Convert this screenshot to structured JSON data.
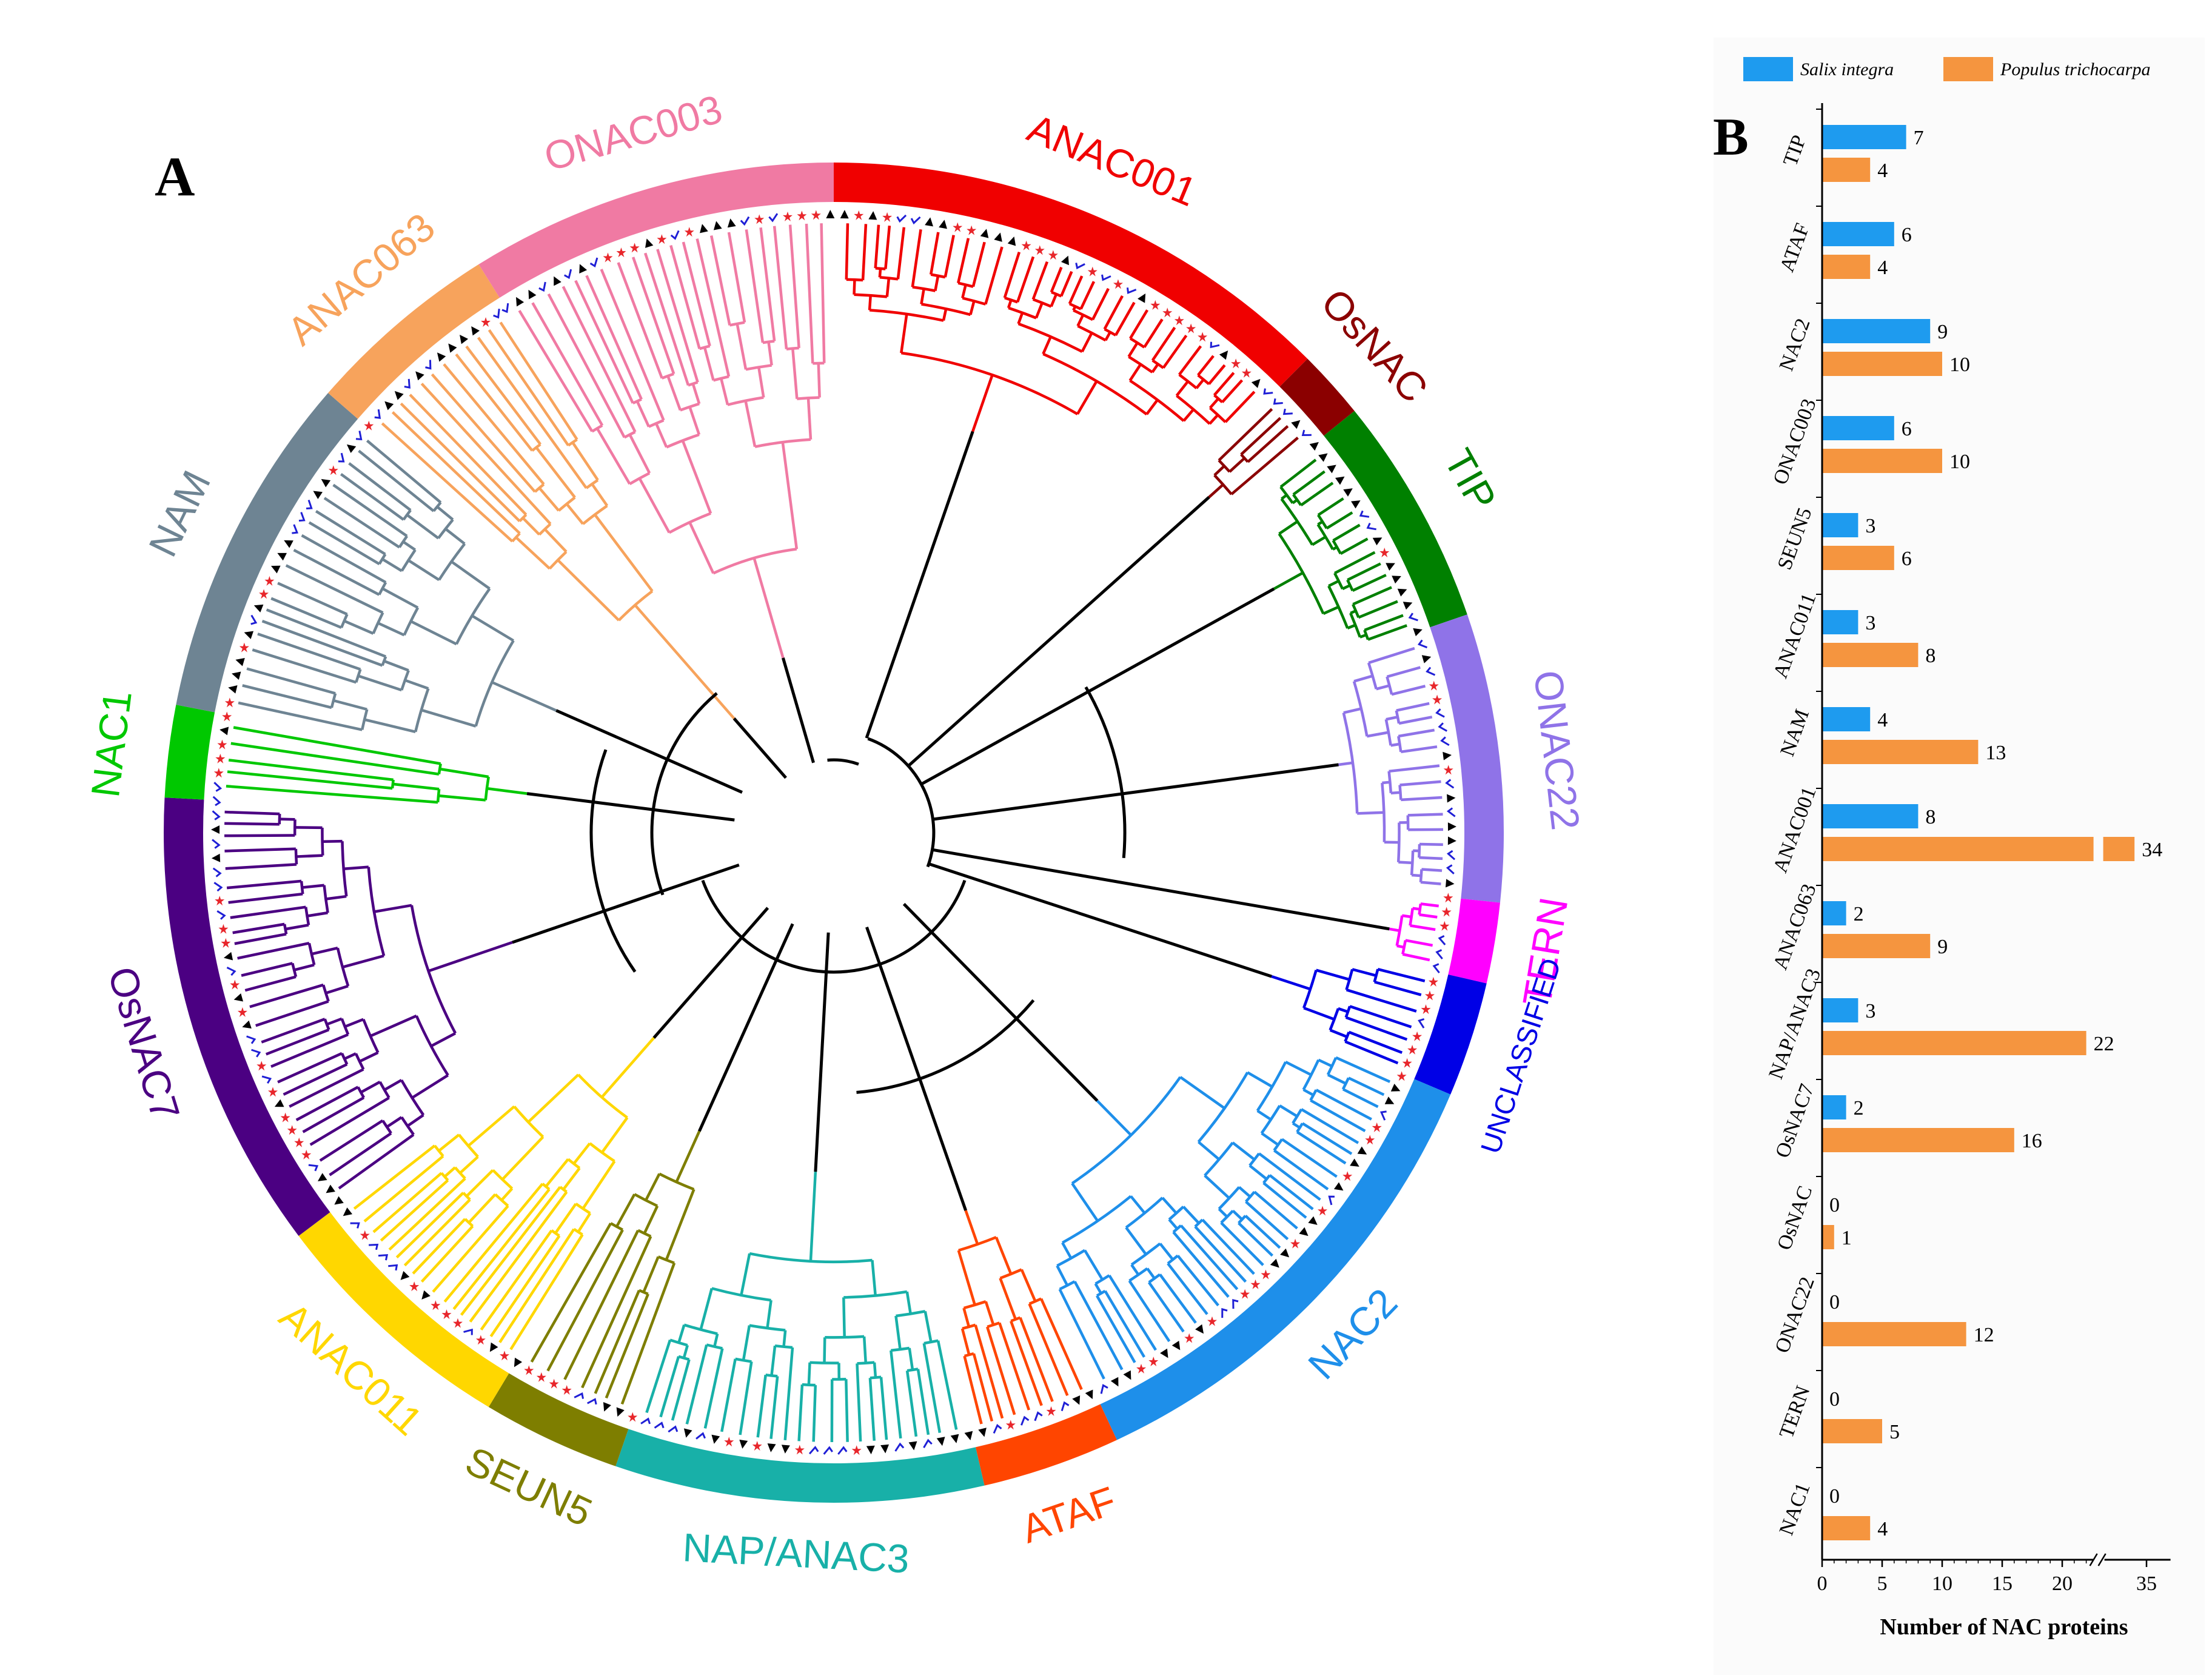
{
  "panel_a": {
    "letter": "A",
    "clades": [
      {
        "name": "ONAC003",
        "color": "#F07AA3"
      },
      {
        "name": "ANAC001",
        "color": "#F00000"
      },
      {
        "name": "OsNAC",
        "color": "#8B0000"
      },
      {
        "name": "TIP",
        "color": "#008000"
      },
      {
        "name": "ONAC22",
        "color": "#8F73E8"
      },
      {
        "name": "TERN",
        "color": "#FF00FF"
      },
      {
        "name": "UNCLASSIFIED",
        "color": "#0000E6"
      },
      {
        "name": "NAC2",
        "color": "#1E8FEA"
      },
      {
        "name": "ATAF",
        "color": "#FF4500"
      },
      {
        "name": "NAP/ANAC3",
        "color": "#18B0A8"
      },
      {
        "name": "SEUN5",
        "color": "#7E7E00"
      },
      {
        "name": "ANAC011",
        "color": "#FFD700"
      },
      {
        "name": "OsNAC7",
        "color": "#4B0082"
      },
      {
        "name": "NAC1",
        "color": "#00C800"
      },
      {
        "name": "NAM",
        "color": "#6E8493"
      },
      {
        "name": "ANAC063",
        "color": "#F7A35C"
      }
    ],
    "leaf_colors": {
      "salix": "#E8262B",
      "populus": "#1F1FD6",
      "arabidopsis": "#000000"
    }
  },
  "panel_b": {
    "letter": "B",
    "chart_data": {
      "type": "bar",
      "orientation": "horizontal",
      "categories": [
        "TIP",
        "ATAF",
        "NAC2",
        "ONAC003",
        "SEUN5",
        "ANAC011",
        "NAM",
        "ANAC001",
        "ANAC063",
        "NAP/ANAC3",
        "OsNAC7",
        "OsNAC",
        "ONAC22",
        "TERN",
        "NAC1"
      ],
      "series": [
        {
          "name": "Salix integra",
          "color": "#1E9BEF",
          "values": [
            7,
            6,
            9,
            6,
            3,
            3,
            4,
            8,
            2,
            3,
            2,
            0,
            0,
            0,
            0
          ]
        },
        {
          "name": "Populus trichocarpa",
          "color": "#F5953F",
          "values": [
            4,
            4,
            10,
            10,
            6,
            8,
            13,
            34,
            9,
            22,
            16,
            1,
            12,
            5,
            4
          ]
        }
      ],
      "xlabel": "Number of NAC proteins",
      "ylabel": "",
      "xticks": [
        "0",
        "5",
        "10",
        "15",
        "20",
        "35"
      ],
      "axis_break": {
        "from": 22,
        "to": 32
      },
      "legend_position": "top"
    }
  }
}
